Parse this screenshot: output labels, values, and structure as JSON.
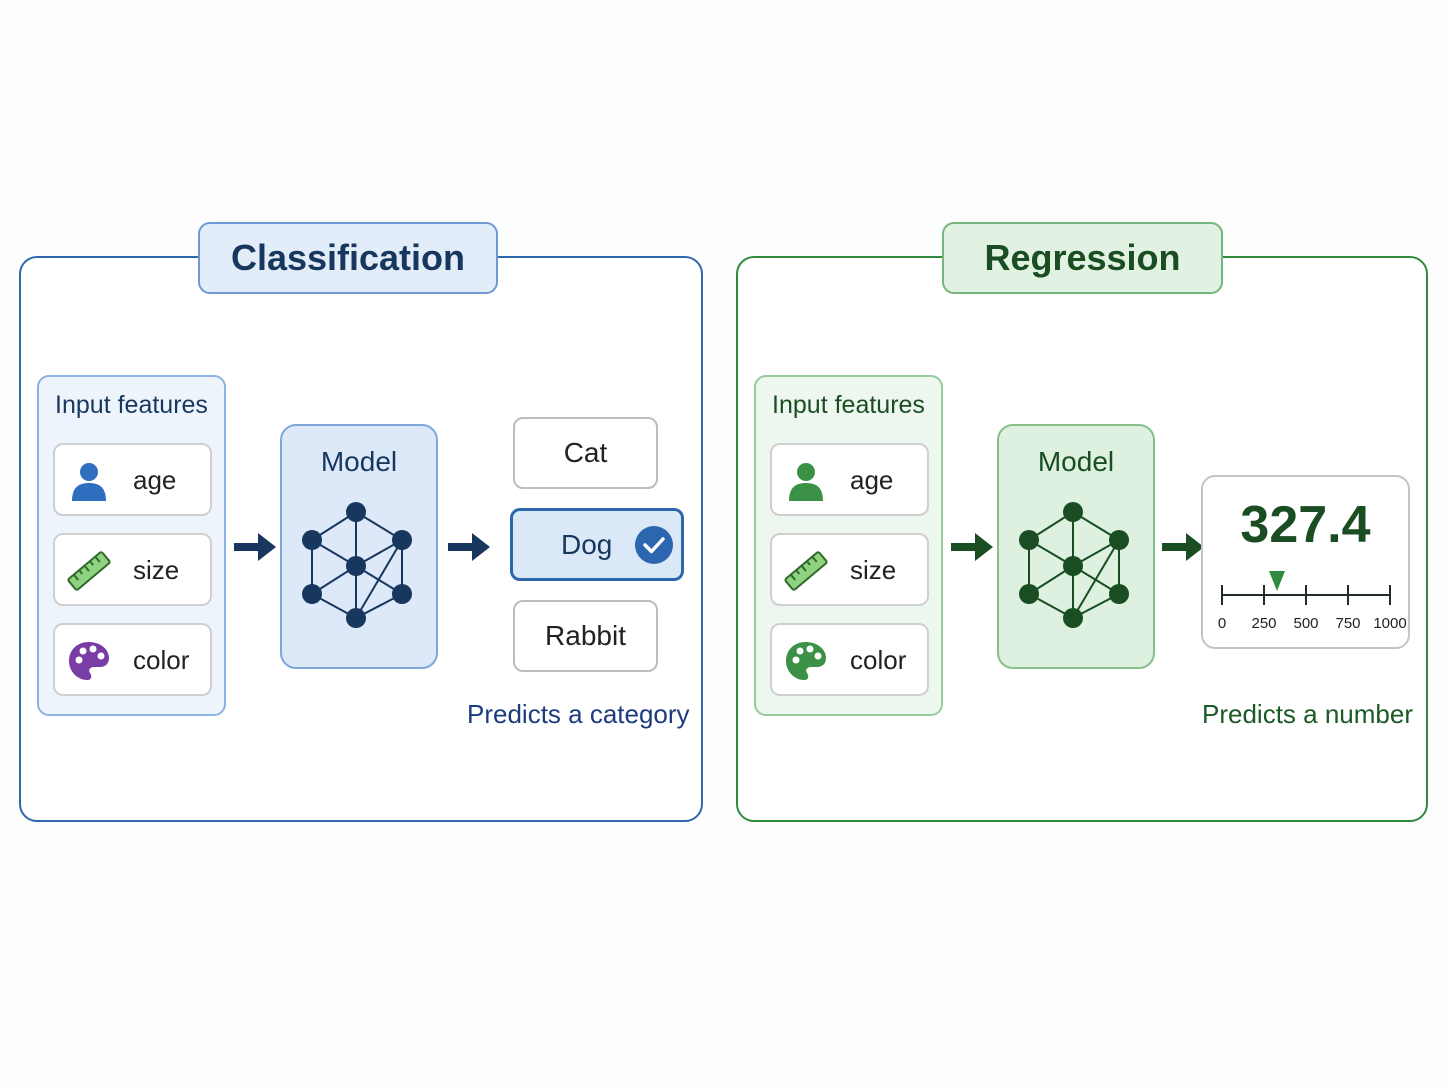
{
  "classification": {
    "title": "Classification",
    "input_title": "Input features",
    "features": [
      {
        "label": "age",
        "icon": "person-icon"
      },
      {
        "label": "size",
        "icon": "ruler-icon"
      },
      {
        "label": "color",
        "icon": "palette-icon"
      }
    ],
    "model_title": "Model",
    "categories": [
      "Cat",
      "Dog",
      "Rabbit"
    ],
    "selected_category": "Dog",
    "caption": "Predicts a category",
    "accent_color": "#2f68ad"
  },
  "regression": {
    "title": "Regression",
    "input_title": "Input features",
    "features": [
      {
        "label": "age",
        "icon": "person-icon"
      },
      {
        "label": "size",
        "icon": "ruler-icon"
      },
      {
        "label": "color",
        "icon": "palette-icon"
      }
    ],
    "model_title": "Model",
    "output_value": "327.4",
    "scale_ticks": [
      "0",
      "250",
      "500",
      "750",
      "1000"
    ],
    "marker_value": 327.4,
    "caption": "Predicts a number",
    "accent_color": "#2f8a3e"
  }
}
